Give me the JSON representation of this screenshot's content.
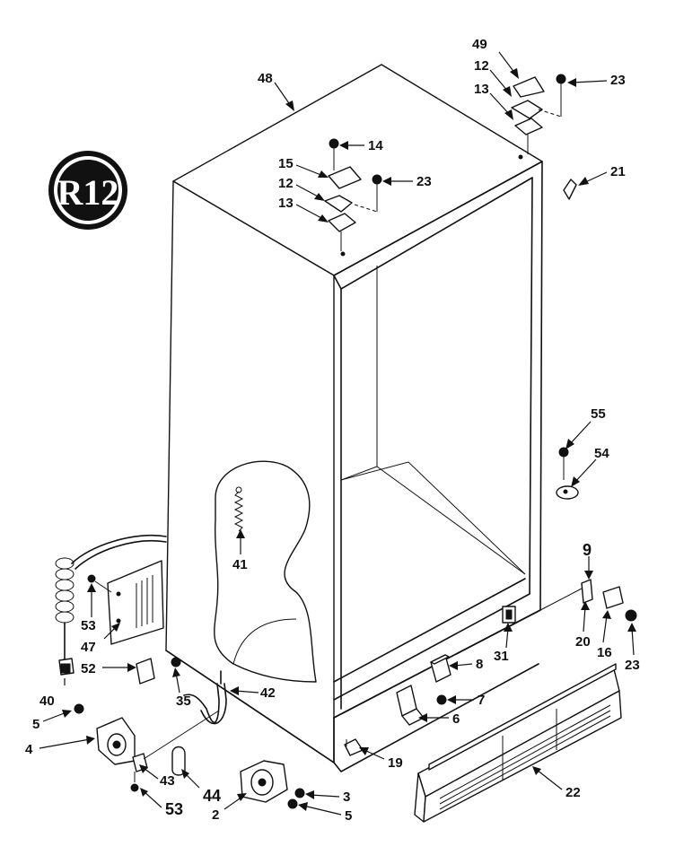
{
  "diagram": {
    "logo_text": "R12",
    "callouts": [
      {
        "id": "c48",
        "label": "48"
      },
      {
        "id": "c49",
        "label": "49"
      },
      {
        "id": "c12a",
        "label": "12"
      },
      {
        "id": "c13a",
        "label": "13"
      },
      {
        "id": "c23a",
        "label": "23"
      },
      {
        "id": "c14",
        "label": "14"
      },
      {
        "id": "c15",
        "label": "15"
      },
      {
        "id": "c12b",
        "label": "12"
      },
      {
        "id": "c23b",
        "label": "23"
      },
      {
        "id": "c13b",
        "label": "13"
      },
      {
        "id": "c21",
        "label": "21"
      },
      {
        "id": "c55",
        "label": "55"
      },
      {
        "id": "c54",
        "label": "54"
      },
      {
        "id": "c41",
        "label": "41"
      },
      {
        "id": "c9",
        "label": "9"
      },
      {
        "id": "c53a",
        "label": "53"
      },
      {
        "id": "c47",
        "label": "47"
      },
      {
        "id": "c52",
        "label": "52"
      },
      {
        "id": "c40",
        "label": "40"
      },
      {
        "id": "c35",
        "label": "35"
      },
      {
        "id": "c20",
        "label": "20"
      },
      {
        "id": "c16",
        "label": "16"
      },
      {
        "id": "c23c",
        "label": "23"
      },
      {
        "id": "c31",
        "label": "31"
      },
      {
        "id": "c8",
        "label": "8"
      },
      {
        "id": "c5a",
        "label": "5"
      },
      {
        "id": "c42",
        "label": "42"
      },
      {
        "id": "c7",
        "label": "7"
      },
      {
        "id": "c4",
        "label": "4"
      },
      {
        "id": "c6",
        "label": "6"
      },
      {
        "id": "c43",
        "label": "43"
      },
      {
        "id": "c19",
        "label": "19"
      },
      {
        "id": "c44",
        "label": "44"
      },
      {
        "id": "c3",
        "label": "3"
      },
      {
        "id": "c22",
        "label": "22"
      },
      {
        "id": "c53b",
        "label": "53"
      },
      {
        "id": "c2",
        "label": "2"
      },
      {
        "id": "c5b",
        "label": "5"
      }
    ]
  }
}
